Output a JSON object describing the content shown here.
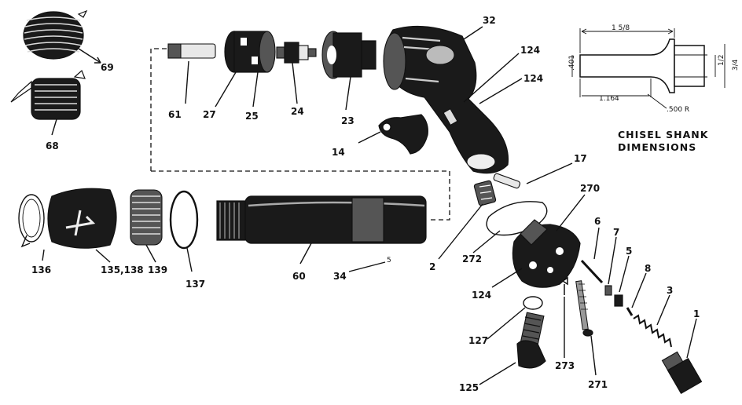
{
  "parts": [
    {
      "id": "coil-spring-69",
      "label": "69"
    },
    {
      "id": "spring-clip-68",
      "label": "68"
    },
    {
      "id": "pin-61",
      "label": "61"
    },
    {
      "id": "part-27",
      "label": "27"
    },
    {
      "id": "part-25",
      "label": "25"
    },
    {
      "id": "valve-24",
      "label": "24"
    },
    {
      "id": "part-23",
      "label": "23"
    },
    {
      "id": "handle-32",
      "label": "32"
    },
    {
      "id": "handle-124a",
      "label": "124"
    },
    {
      "id": "handle-124b",
      "label": "124"
    },
    {
      "id": "trigger-14",
      "label": "14"
    },
    {
      "id": "pin-17",
      "label": "17"
    },
    {
      "id": "part-270",
      "label": "270"
    },
    {
      "id": "retainer-136",
      "label": "136"
    },
    {
      "id": "sleeve-135-138",
      "label": "135,138"
    },
    {
      "id": "spring-139",
      "label": "139"
    },
    {
      "id": "ring-137",
      "label": "137"
    },
    {
      "id": "barrel-60",
      "label": "60"
    },
    {
      "id": "part-34",
      "label": "34"
    },
    {
      "id": "part-5-small",
      "label": "5"
    },
    {
      "id": "part-2",
      "label": "2"
    },
    {
      "id": "gasket-272",
      "label": "272"
    },
    {
      "id": "part-6",
      "label": "6"
    },
    {
      "id": "part-7",
      "label": "7"
    },
    {
      "id": "part-5",
      "label": "5"
    },
    {
      "id": "part-8",
      "label": "8"
    },
    {
      "id": "spring-3",
      "label": "3"
    },
    {
      "id": "fitting-1",
      "label": "1"
    },
    {
      "id": "housing-124",
      "label": "124"
    },
    {
      "id": "oring-127",
      "label": "127"
    },
    {
      "id": "screw-273",
      "label": "273"
    },
    {
      "id": "screw-271",
      "label": "271"
    },
    {
      "id": "inlet-125",
      "label": "125"
    }
  ],
  "chisel_shank": {
    "title_line1": "CHISEL SHANK",
    "title_line2": "DIMENSIONS",
    "dims": {
      "overall": "1 5/8",
      "diameter": ".401",
      "shank_length": "1.164",
      "radius": ".500 R",
      "flat": "1/2",
      "head": "3/4"
    }
  }
}
